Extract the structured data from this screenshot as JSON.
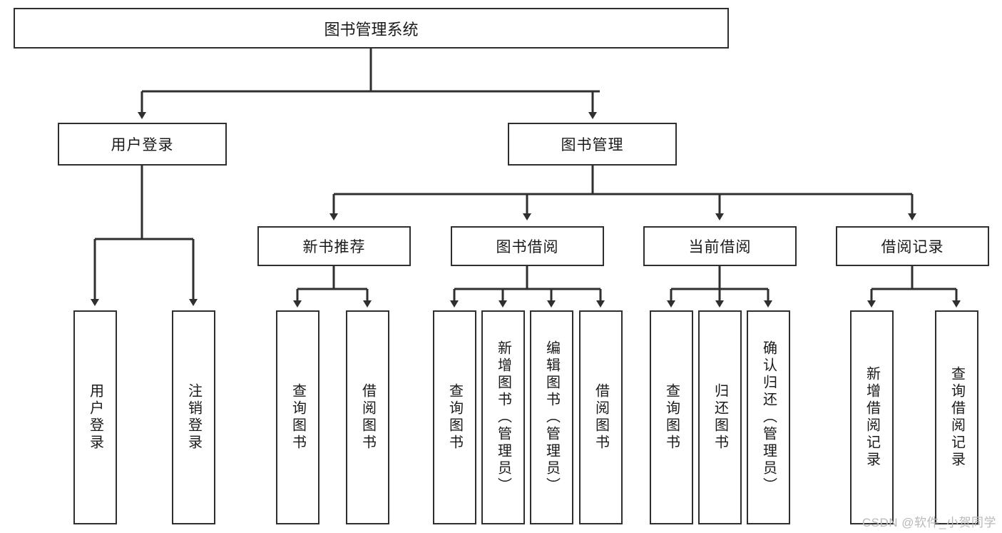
{
  "diagram": {
    "title": "图书管理系统",
    "type": "tree",
    "watermark": "CSDN @软件_小贺同学",
    "colors": {
      "border": "#2f2f2f",
      "background": "#ffffff",
      "text": "#1a1a1a",
      "edge": "#2f2f2f",
      "watermark": "#b9b9b9"
    },
    "levels": {
      "root": {
        "label": "图书管理系统"
      },
      "level2": [
        {
          "label": "用户登录"
        },
        {
          "label": "图书管理"
        }
      ],
      "level3": [
        {
          "label": "新书推荐"
        },
        {
          "label": "图书借阅"
        },
        {
          "label": "当前借阅"
        },
        {
          "label": "借阅记录"
        }
      ]
    },
    "leaves": {
      "user_login": [
        {
          "label": "用户登录"
        },
        {
          "label": "注销登录"
        }
      ],
      "new_book_recommend": [
        {
          "label": "查询图书"
        },
        {
          "label": "借阅图书"
        }
      ],
      "book_borrow": [
        {
          "label": "查询图书"
        },
        {
          "label": "新增图书（管理员）"
        },
        {
          "label": "编辑图书（管理员）"
        },
        {
          "label": "借阅图书"
        }
      ],
      "current_borrow": [
        {
          "label": "查询图书"
        },
        {
          "label": "归还图书"
        },
        {
          "label": "确认归还（管理员）"
        }
      ],
      "borrow_records": [
        {
          "label": "新增借阅记录"
        },
        {
          "label": "查询借阅记录"
        }
      ]
    }
  },
  "chart_data": {
    "type": "table",
    "title": "图书管理系统",
    "nodes": [
      {
        "id": "root",
        "label": "图书管理系统",
        "level": 1,
        "parent": null
      },
      {
        "id": "user-login",
        "label": "用户登录",
        "level": 2,
        "parent": "root"
      },
      {
        "id": "book-manage",
        "label": "图书管理",
        "level": 2,
        "parent": "root"
      },
      {
        "id": "new-book",
        "label": "新书推荐",
        "level": 3,
        "parent": "book-manage"
      },
      {
        "id": "book-borrow",
        "label": "图书借阅",
        "level": 3,
        "parent": "book-manage"
      },
      {
        "id": "current-borrow",
        "label": "当前借阅",
        "level": 3,
        "parent": "book-manage"
      },
      {
        "id": "borrow-record",
        "label": "借阅记录",
        "level": 3,
        "parent": "book-manage"
      },
      {
        "id": "leaf-user-login",
        "label": "用户登录",
        "level": 3,
        "parent": "user-login"
      },
      {
        "id": "leaf-logout",
        "label": "注销登录",
        "level": 3,
        "parent": "user-login"
      },
      {
        "id": "leaf-query-book-1",
        "label": "查询图书",
        "level": 4,
        "parent": "new-book"
      },
      {
        "id": "leaf-borrow-book-1",
        "label": "借阅图书",
        "level": 4,
        "parent": "new-book"
      },
      {
        "id": "leaf-query-book-2",
        "label": "查询图书",
        "level": 4,
        "parent": "book-borrow"
      },
      {
        "id": "leaf-add-book",
        "label": "新增图书（管理员）",
        "level": 4,
        "parent": "book-borrow"
      },
      {
        "id": "leaf-edit-book",
        "label": "编辑图书（管理员）",
        "level": 4,
        "parent": "book-borrow"
      },
      {
        "id": "leaf-borrow-book-2",
        "label": "借阅图书",
        "level": 4,
        "parent": "book-borrow"
      },
      {
        "id": "leaf-query-book-3",
        "label": "查询图书",
        "level": 4,
        "parent": "current-borrow"
      },
      {
        "id": "leaf-return-book",
        "label": "归还图书",
        "level": 4,
        "parent": "current-borrow"
      },
      {
        "id": "leaf-confirm-return",
        "label": "确认归还（管理员）",
        "level": 4,
        "parent": "current-borrow"
      },
      {
        "id": "leaf-add-record",
        "label": "新增借阅记录",
        "level": 4,
        "parent": "borrow-record"
      },
      {
        "id": "leaf-query-record",
        "label": "查询借阅记录",
        "level": 4,
        "parent": "borrow-record"
      }
    ]
  }
}
